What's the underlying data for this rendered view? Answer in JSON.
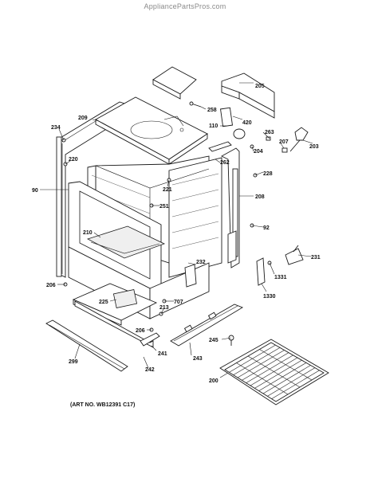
{
  "header": {
    "source": "AppliancePartsPros.com"
  },
  "art_number": "(ART NO. WB12391 C17)",
  "callouts": {
    "c205": "205",
    "c258": "258",
    "c420": "420",
    "c110": "110",
    "c209": "209",
    "c234": "234",
    "c263": "263",
    "c207": "207",
    "c204": "204",
    "c203": "203",
    "c220": "220",
    "c262": "262",
    "c228": "228",
    "c221": "221",
    "c90": "90",
    "c208": "208",
    "c251": "251",
    "c92": "92",
    "c210": "210",
    "c231": "231",
    "c232": "232",
    "c1331": "1331",
    "c206a": "206",
    "c1330": "1330",
    "c707": "707",
    "c225": "225",
    "c213": "213",
    "c206b": "206",
    "c245": "245",
    "c299": "299",
    "c241": "241",
    "c243": "243",
    "c242": "242",
    "c200": "200"
  }
}
